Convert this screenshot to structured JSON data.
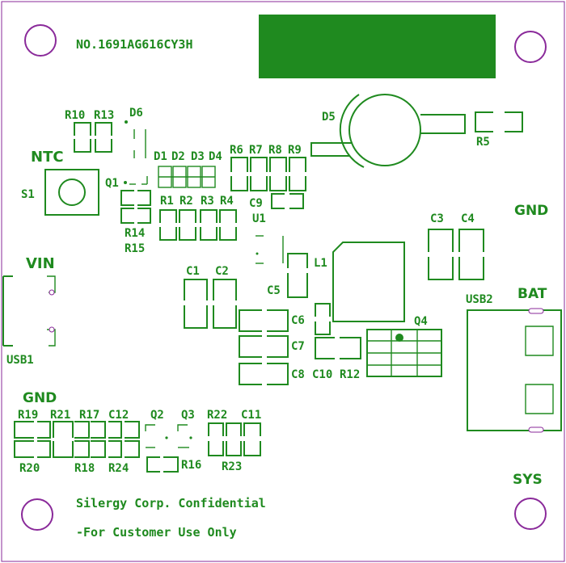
{
  "board": {
    "serial": "NO.1691AG616CY3H",
    "confidential_line1": "Silergy Corp. Confidential",
    "confidential_line2": "-For Customer Use Only"
  },
  "connectors": {
    "ntc": "NTC",
    "vin": "VIN",
    "usb1": "USB1",
    "gnd_left": "GND",
    "gnd_right": "GND",
    "bat": "BAT",
    "usb2": "USB2",
    "sys": "SYS"
  },
  "designators": {
    "S1": "S1",
    "Q1": "Q1",
    "Q2": "Q2",
    "Q3": "Q3",
    "Q4": "Q4",
    "D1": "D1",
    "D2": "D2",
    "D3": "D3",
    "D4": "D4",
    "D5": "D5",
    "D6": "D6",
    "R1": "R1",
    "R2": "R2",
    "R3": "R3",
    "R4": "R4",
    "R5": "R5",
    "R6": "R6",
    "R7": "R7",
    "R8": "R8",
    "R9": "R9",
    "R10": "R10",
    "R12": "R12",
    "R13": "R13",
    "R14": "R14",
    "R15": "R15",
    "R16": "R16",
    "R17": "R17",
    "R18": "R18",
    "R19": "R19",
    "R20": "R20",
    "R21": "R21",
    "R22": "R22",
    "R23": "R23",
    "R24": "R24",
    "C1": "C1",
    "C2": "C2",
    "C3": "C3",
    "C4": "C4",
    "C5": "C5",
    "C6": "C6",
    "C7": "C7",
    "C8": "C8",
    "C9": "C9",
    "C10": "C10",
    "C11": "C11",
    "C12": "C12",
    "L1": "L1",
    "U1": "U1"
  },
  "colors": {
    "silkscreen": "#1f8a1f",
    "mounting_hole": "#8a2a9a",
    "board_background": "#ffffff"
  }
}
